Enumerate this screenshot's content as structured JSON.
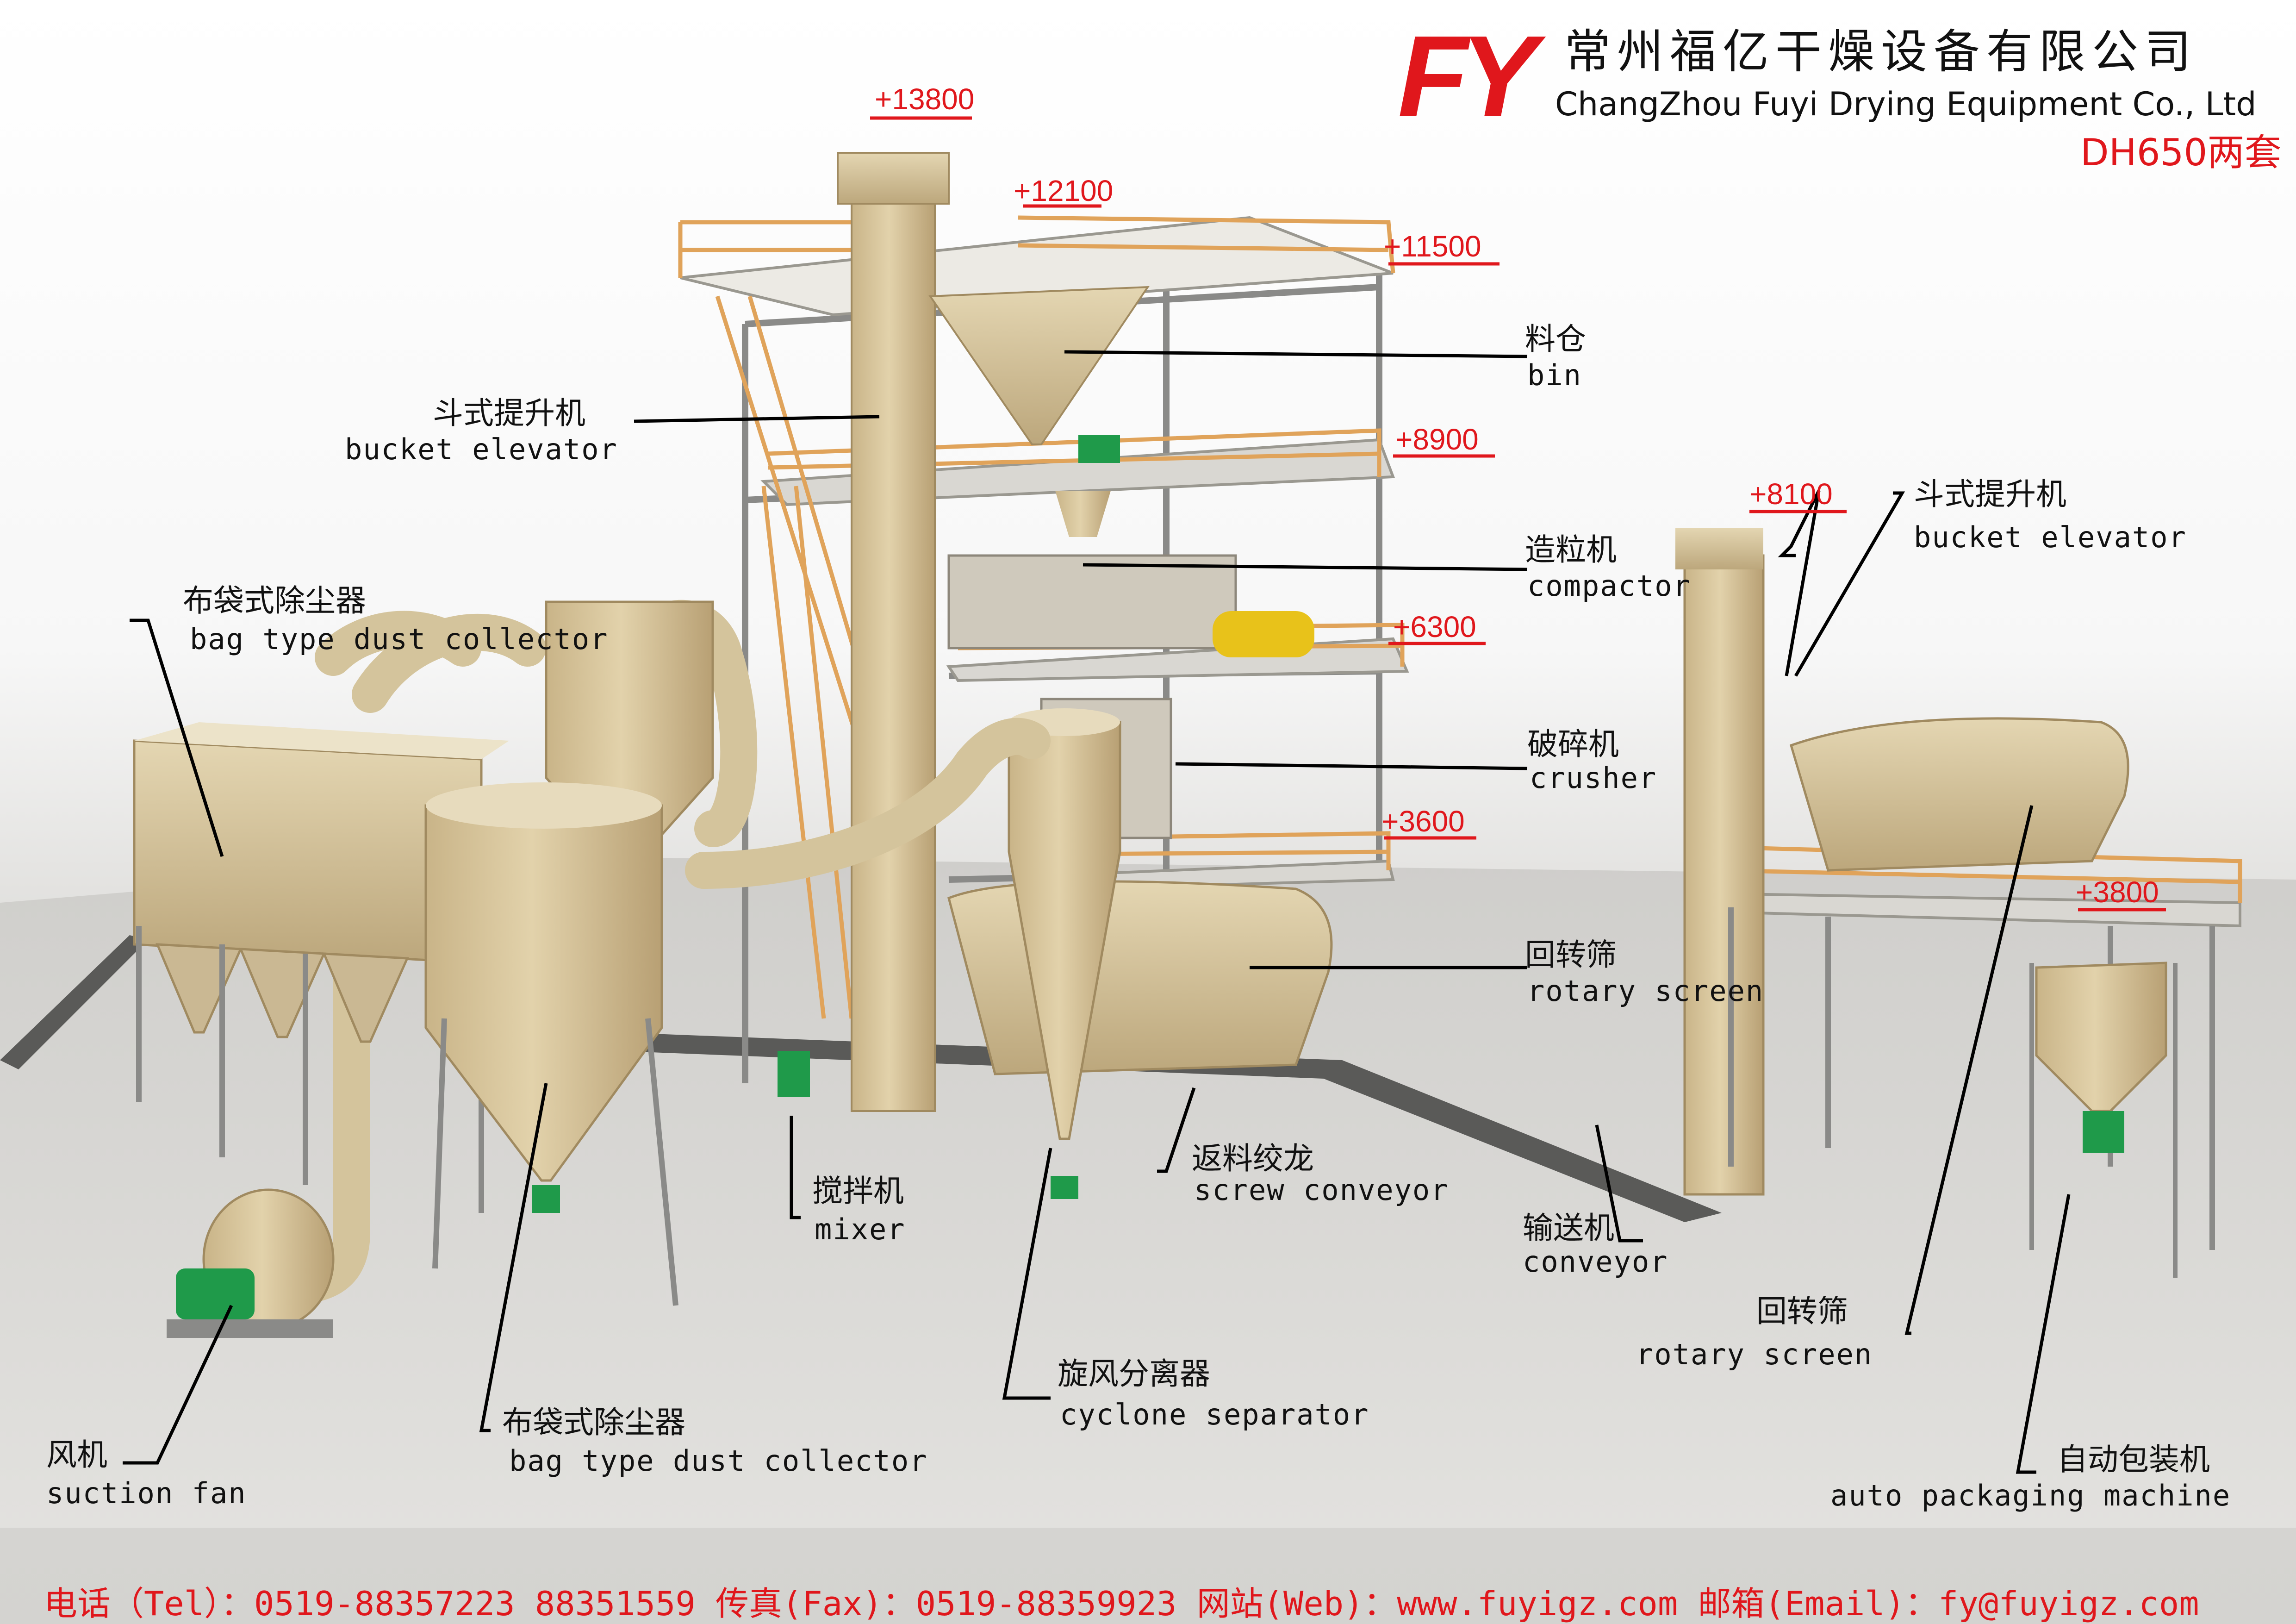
{
  "header": {
    "logo": "FY",
    "company_cn": "常州福亿干燥设备有限公司",
    "company_en": "ChangZhou Fuyi Drying Equipment Co., Ltd",
    "model": "DH650两套"
  },
  "elevations": [
    "+13800",
    "+12100",
    "+11500",
    "+8900",
    "+8100",
    "+6300",
    "+3600",
    "+3800"
  ],
  "labels": {
    "bin": {
      "cn": "料仓",
      "en": "bin"
    },
    "bucket_elevator_main": {
      "cn": "斗式提升机",
      "en": "bucket elevator"
    },
    "bucket_elevator_right": {
      "cn": "斗式提升机",
      "en": "bucket elevator"
    },
    "compactor": {
      "cn": "造粒机",
      "en": "compactor"
    },
    "bag_dust_collector_top": {
      "cn": "布袋式除尘器",
      "en": "bag type dust collector"
    },
    "crusher": {
      "cn": "破碎机",
      "en": "crusher"
    },
    "rotary_screen_mid": {
      "cn": "回转筛",
      "en": "rotary screen"
    },
    "screw_conveyor": {
      "cn": "返料绞龙",
      "en": "screw conveyor"
    },
    "mixer": {
      "cn": "搅拌机",
      "en": "mixer"
    },
    "conveyor": {
      "cn": "输送机",
      "en": "conveyor"
    },
    "rotary_screen_right": {
      "cn": "回转筛",
      "en": "rotary screen"
    },
    "cyclone_separator": {
      "cn": "旋风分离器",
      "en": "cyclone separator"
    },
    "bag_dust_collector_bottom": {
      "cn": "布袋式除尘器",
      "en": "bag type dust collector"
    },
    "suction_fan": {
      "cn": "风机",
      "en": "suction fan"
    },
    "auto_packaging": {
      "cn": "自动包装机",
      "en": "auto packaging machine"
    }
  },
  "footer": "电话（Tel）：0519-88357223 88351559 传真(Fax)：0519-88359923 网站(Web)：www.fuyigz.com  邮箱(Email)：fy@fuyigz.com",
  "colors": {
    "brand_red": "#e0171c",
    "equipment": "#d6c49a",
    "railing": "#e0a35a",
    "motor_green": "#1f9a4a"
  }
}
